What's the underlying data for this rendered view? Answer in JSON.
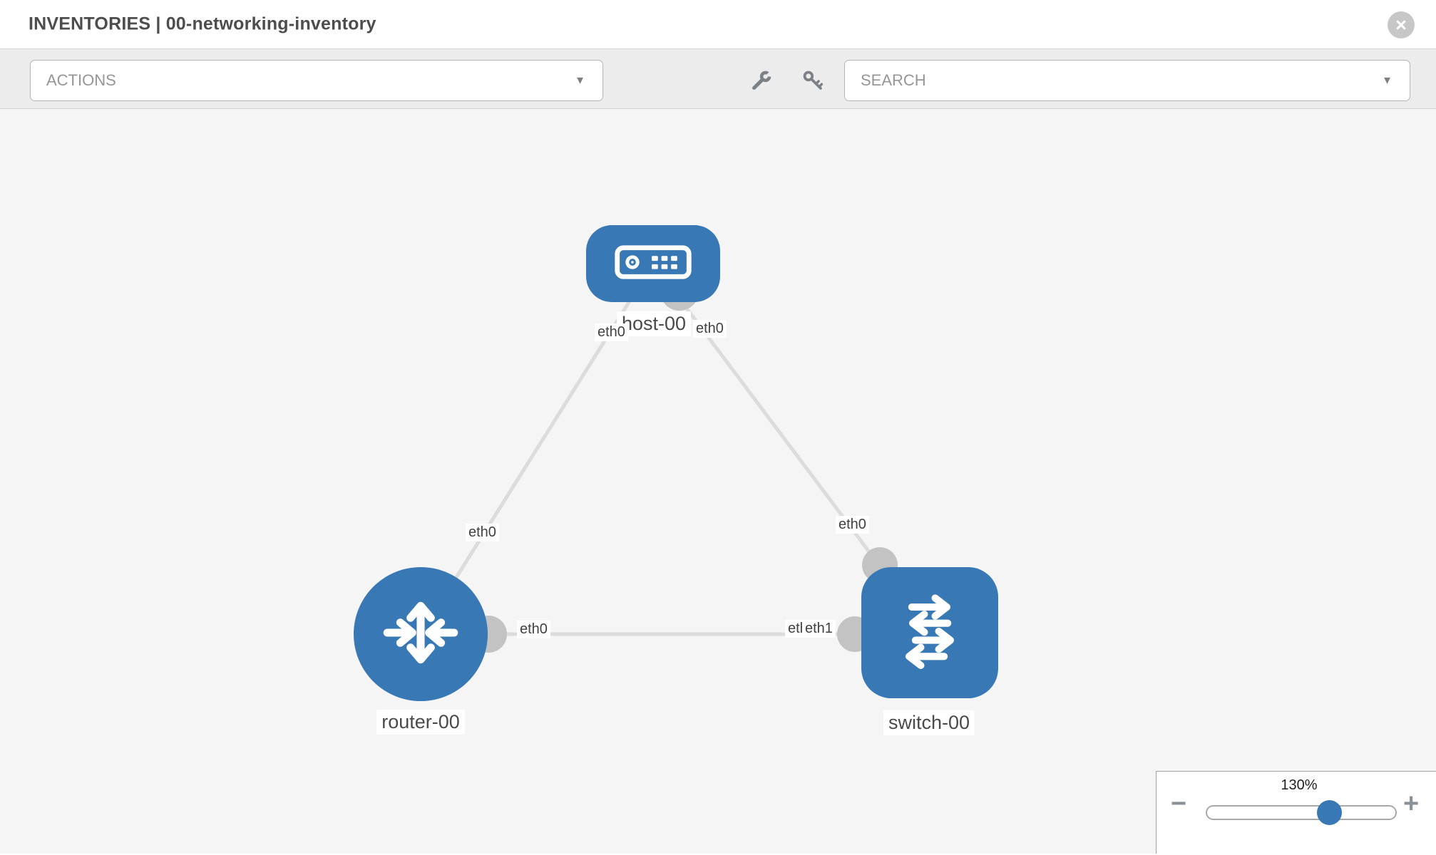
{
  "header": {
    "title": "INVENTORIES | 00-networking-inventory",
    "close_glyph": "×"
  },
  "toolbar": {
    "actions": {
      "label": "ACTIONS",
      "arrow_glyph": "▼"
    },
    "search": {
      "label": "SEARCH",
      "arrow_glyph": "▼"
    },
    "icons": [
      "wrench-icon",
      "key-icon"
    ]
  },
  "graph": {
    "nodes": [
      {
        "label": "host-00",
        "type": "host"
      },
      {
        "label": "router-00",
        "type": "router"
      },
      {
        "label": "switch-00",
        "type": "switch"
      }
    ],
    "links": [
      {
        "from": "host-00",
        "to": "router-00",
        "from_label": "eth0",
        "to_label": "eth0"
      },
      {
        "from": "host-00",
        "to": "switch-00",
        "from_label": "eth0",
        "to_label": "eth0"
      },
      {
        "from": "router-00",
        "to": "switch-00",
        "from_label": "eth0",
        "to_label_under": "eth0",
        "to_label_over": "eth1"
      }
    ]
  },
  "zoom_control": {
    "value": "130%",
    "zoom_out_glyph": "−",
    "zoom_in_glyph": "+"
  },
  "colors": {
    "node_blue": "#3878b4",
    "link_gray": "#dcdcdc",
    "dot_gray": "#c3c3c3",
    "canvas_bg": "#f5f5f5",
    "toolbar_bg": "#ececec"
  }
}
